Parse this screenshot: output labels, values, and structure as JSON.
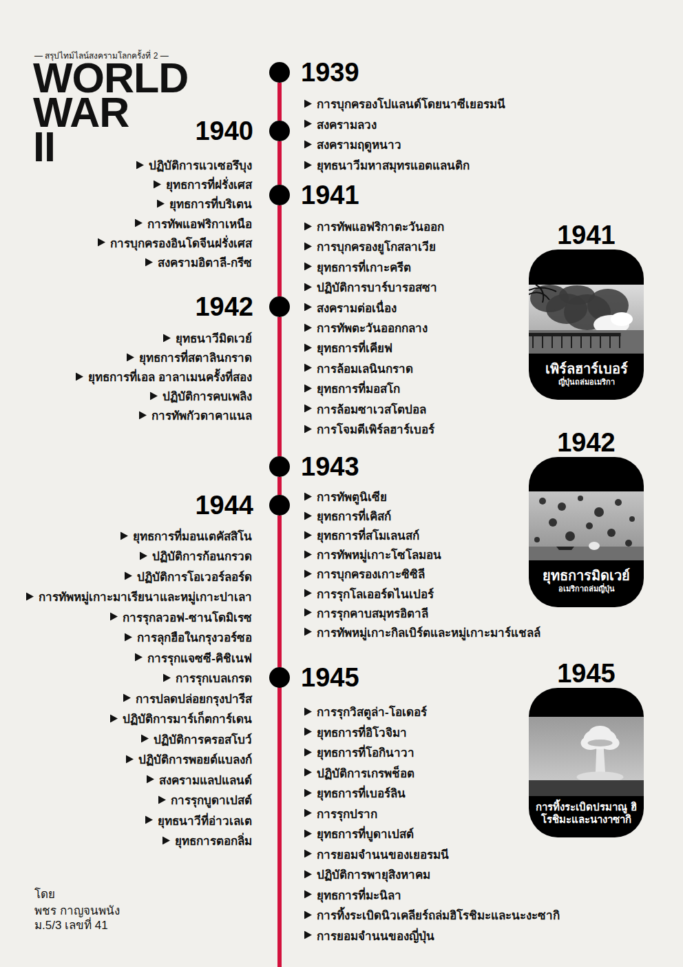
{
  "diagram": {
    "title": "WORLD WAR II",
    "nodes": [
      {
        "text": [
          "1939"
        ]
      },
      {
        "text": [
          "1940"
        ]
      },
      {
        "text": [
          "1941"
        ]
      },
      {
        "text": [
          "1942"
        ]
      },
      {
        "text": [
          "1943"
        ]
      },
      {
        "text": [
          "1944"
        ]
      },
      {
        "text": [
          "1945"
        ]
      },
      {
        "text": [
          "1941",
          "เพิร์ลฮาร์เบอร์",
          "ญี่ปุ่นถล่มอเมริกา"
        ]
      },
      {
        "text": [
          "1942",
          "ยุทธการมิดเวย์",
          "อเมริกาถล่มญี่ปุ่น"
        ]
      },
      {
        "text": [
          "1945",
          "การทิ้งระเบิดปรมาณู ฮิโรชิมะและนางาซากิ"
        ]
      }
    ],
    "edges": [
      {
        "from": 0,
        "to": 1,
        "arrow": "none"
      },
      {
        "from": 1,
        "to": 2,
        "arrow": "none"
      },
      {
        "from": 2,
        "to": 3,
        "arrow": "none"
      },
      {
        "from": 3,
        "to": 4,
        "arrow": "none"
      },
      {
        "from": 4,
        "to": 5,
        "arrow": "none"
      },
      {
        "from": 5,
        "to": 6,
        "arrow": "none"
      }
    ],
    "labels": [
      "— สรุปไทม์ไลน์สงครามโลกครั้งที่ 2 —",
      "การบุกครองโปแลนด์โดยนาซีเยอรมนี",
      "สงครามลวง",
      "สงครามฤดูหนาว",
      "ยุทธนาวีมหาสมุทรแอตแลนติก",
      "ปฏิบัติการแวเซอรึบุง",
      "ยุทธการที่ฝรั่งเศส",
      "ยุทธการที่บริเตน",
      "การทัพแอฟริกาเหนือ",
      "การบุกครองอินโดจีนฝรั่งเศส",
      "สงครามอิตาลี-กรีซ",
      "การทัพแอฟริกาตะวันออก",
      "การบุกครองยูโกสลาเวีย",
      "ยุทธการที่เกาะครีต",
      "ปฏิบัติการบาร์บารอสซา",
      "สงครามต่อเนื่อง",
      "การทัพตะวันออกกลาง",
      "ยุทธการที่เคียฟ",
      "การล้อมเลนินกราด",
      "ยุทธการที่มอสโก",
      "การล้อมซาเวสโตปอล",
      "การโจมตีเพิร์ลฮาร์เบอร์",
      "ยุทธนาวีมิดเวย์",
      "ยุทธการที่สตาลินกราด",
      "ยุทธการที่เอล อาลาเมนครั้งที่สอง",
      "ปฏิบัติการคบเพลิง",
      "การทัพกัวดาคาแนล",
      "การทัพตูนิเซีย",
      "ยุทธการที่เคิสก์",
      "ยุทธการที่สโมเลนสก์",
      "การทัพหมู่เกาะโซโลมอน",
      "การบุกครองเกาะซิซิลี",
      "การรุกโลเออร์ดไนเปอร์",
      "การรุกคาบสมุทรอิตาลี",
      "การทัพหมู่เกาะกิลเบิร์ตและหมู่เกาะมาร์แชลล์",
      "ยุทธการที่มอนเตคัสสิโน",
      "ปฏิบัติการก้อนกรวด",
      "ปฏิบัติการโอเวอร์ลอร์ด",
      "การทัพหมู่เกาะมาเรียนาและหมู่เกาะปาเลา",
      "การรุกลวอฟ-ซานโดมิเรซ",
      "การลุกฮือในกรุงวอร์ซอ",
      "การรุกแจซซี-คิชิเนฟ",
      "การรุกเบลเกรด",
      "การปลดปล่อยกรุงปารีส",
      "ปฏิบัติการมาร์เก็ตการ์เดน",
      "ปฏิบัติการครอสโบว์",
      "ปฏิบัติการพอยต์แบลงก์",
      "สงครามแลปแลนด์",
      "การรุกบูดาเปสต์",
      "ยุทธนาวีที่อ่าวเลเต",
      "ยุทธการตอกลิ่ม",
      "การรุกวิสตูล่า-โอเดอร์",
      "ยุทธการที่อิโวจิมา",
      "ยุทธการที่โอกินาวา",
      "ปฏิบัติการเกรพช็อต",
      "ยุทธการที่เบอร์ลิน",
      "การรุกปราก",
      "ยุทธการที่บูดาเปสต์",
      "การยอมจำนนของเยอรมนี",
      "ปฏิบัติการพายุสิงหาคม",
      "ยุทธการที่มะนิลา",
      "การทิ้งระเบิดนิวเคลียร์ถล่มฮิโรชิมะและนะงะซากิ",
      "การยอมจำนนของญี่ปุ่น",
      "โดย",
      "พชร กาญจนพนัง",
      "ม.5/3 เลขที่ 41"
    ]
  }
}
